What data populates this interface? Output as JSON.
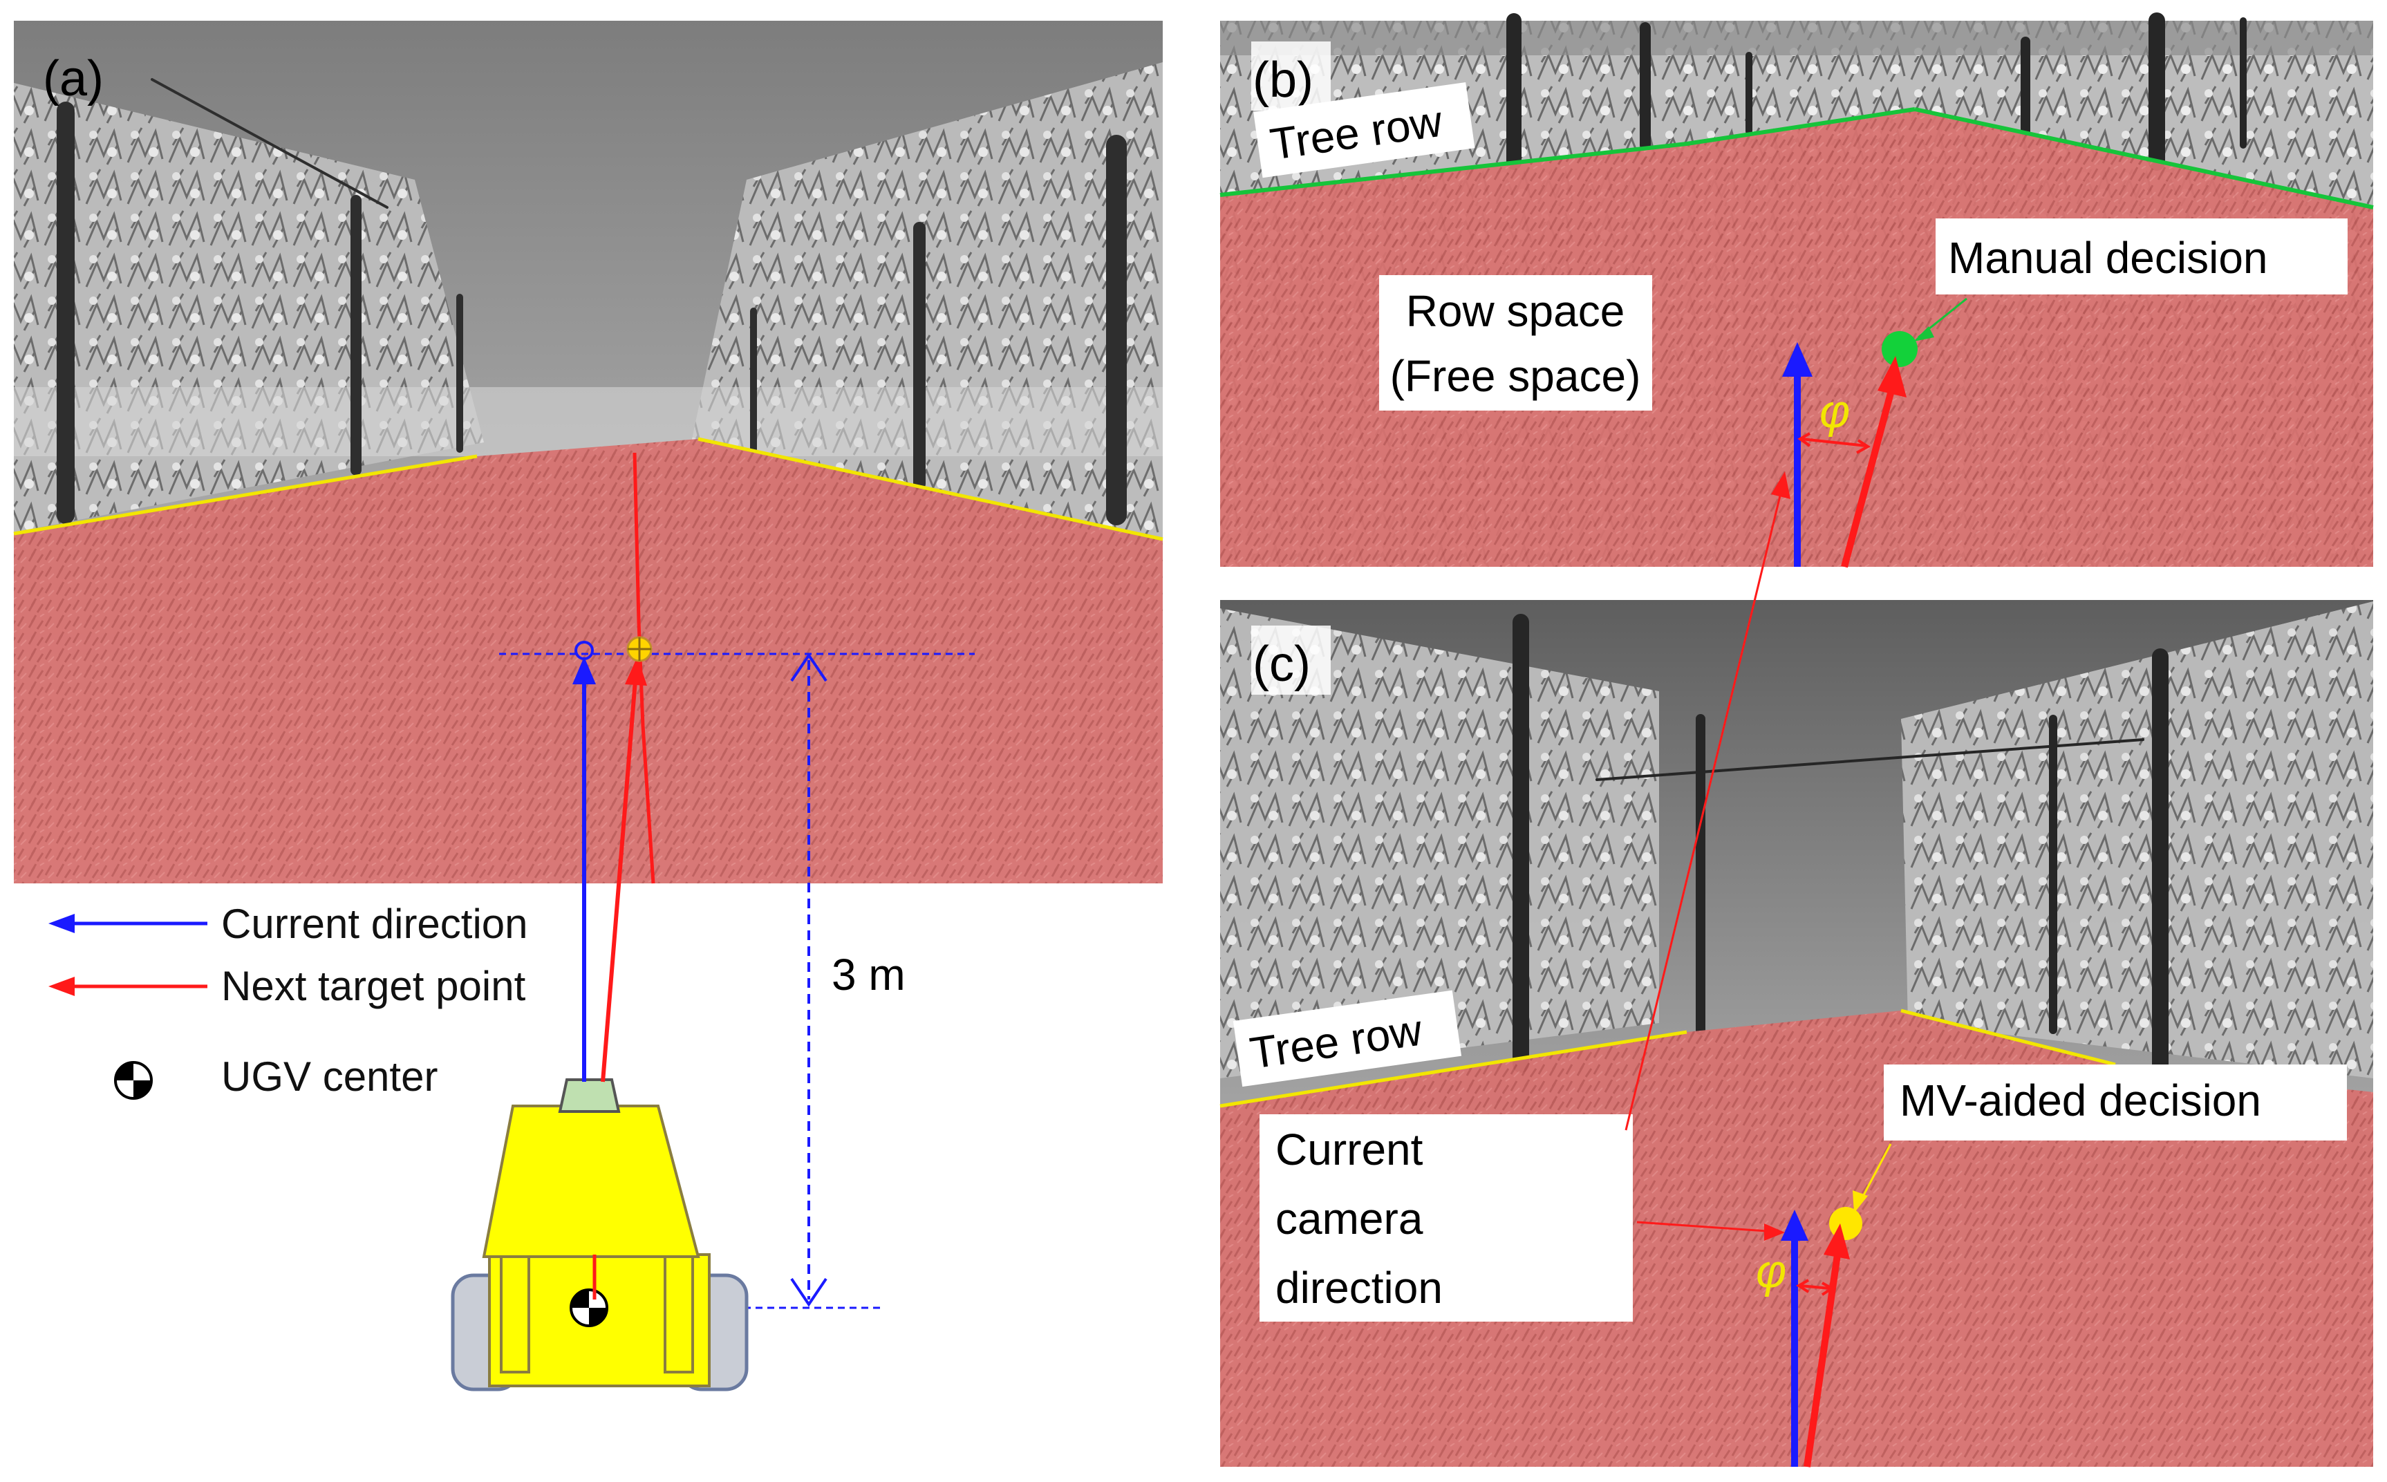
{
  "panels": {
    "a": {
      "tag": "(a)",
      "dimension_label": "3 m",
      "legend": [
        {
          "label": "Current direction",
          "color": "#1a1aff",
          "icon": "blue-arrow-icon"
        },
        {
          "label": "Next target point",
          "color": "#ff1a1a",
          "icon": "red-arrow-icon"
        },
        {
          "label": "UGV center",
          "icon": "center-of-mass-icon"
        }
      ]
    },
    "b": {
      "tag": "(b)",
      "tree_row_label": "Tree row",
      "row_space_line1": "Row space",
      "row_space_line2": "(Free space)",
      "decision_label": "Manual decision",
      "angle_symbol": "φ"
    },
    "c": {
      "tag": "(c)",
      "tree_row_label": "Tree row",
      "decision_label": "MV-aided decision",
      "camera_line1": "Current",
      "camera_line2": "camera",
      "camera_line3": "direction",
      "angle_symbol": "φ"
    }
  },
  "colors": {
    "free_space": "#d9716f",
    "edge_line": "#f2e600",
    "edge_line_green": "#16c43a",
    "current_arrow": "#1a1aff",
    "target_arrow": "#ff1a1a",
    "ugv_body": "#ffff00",
    "manual_point": "#13d13a",
    "mv_point": "#ffe600"
  }
}
